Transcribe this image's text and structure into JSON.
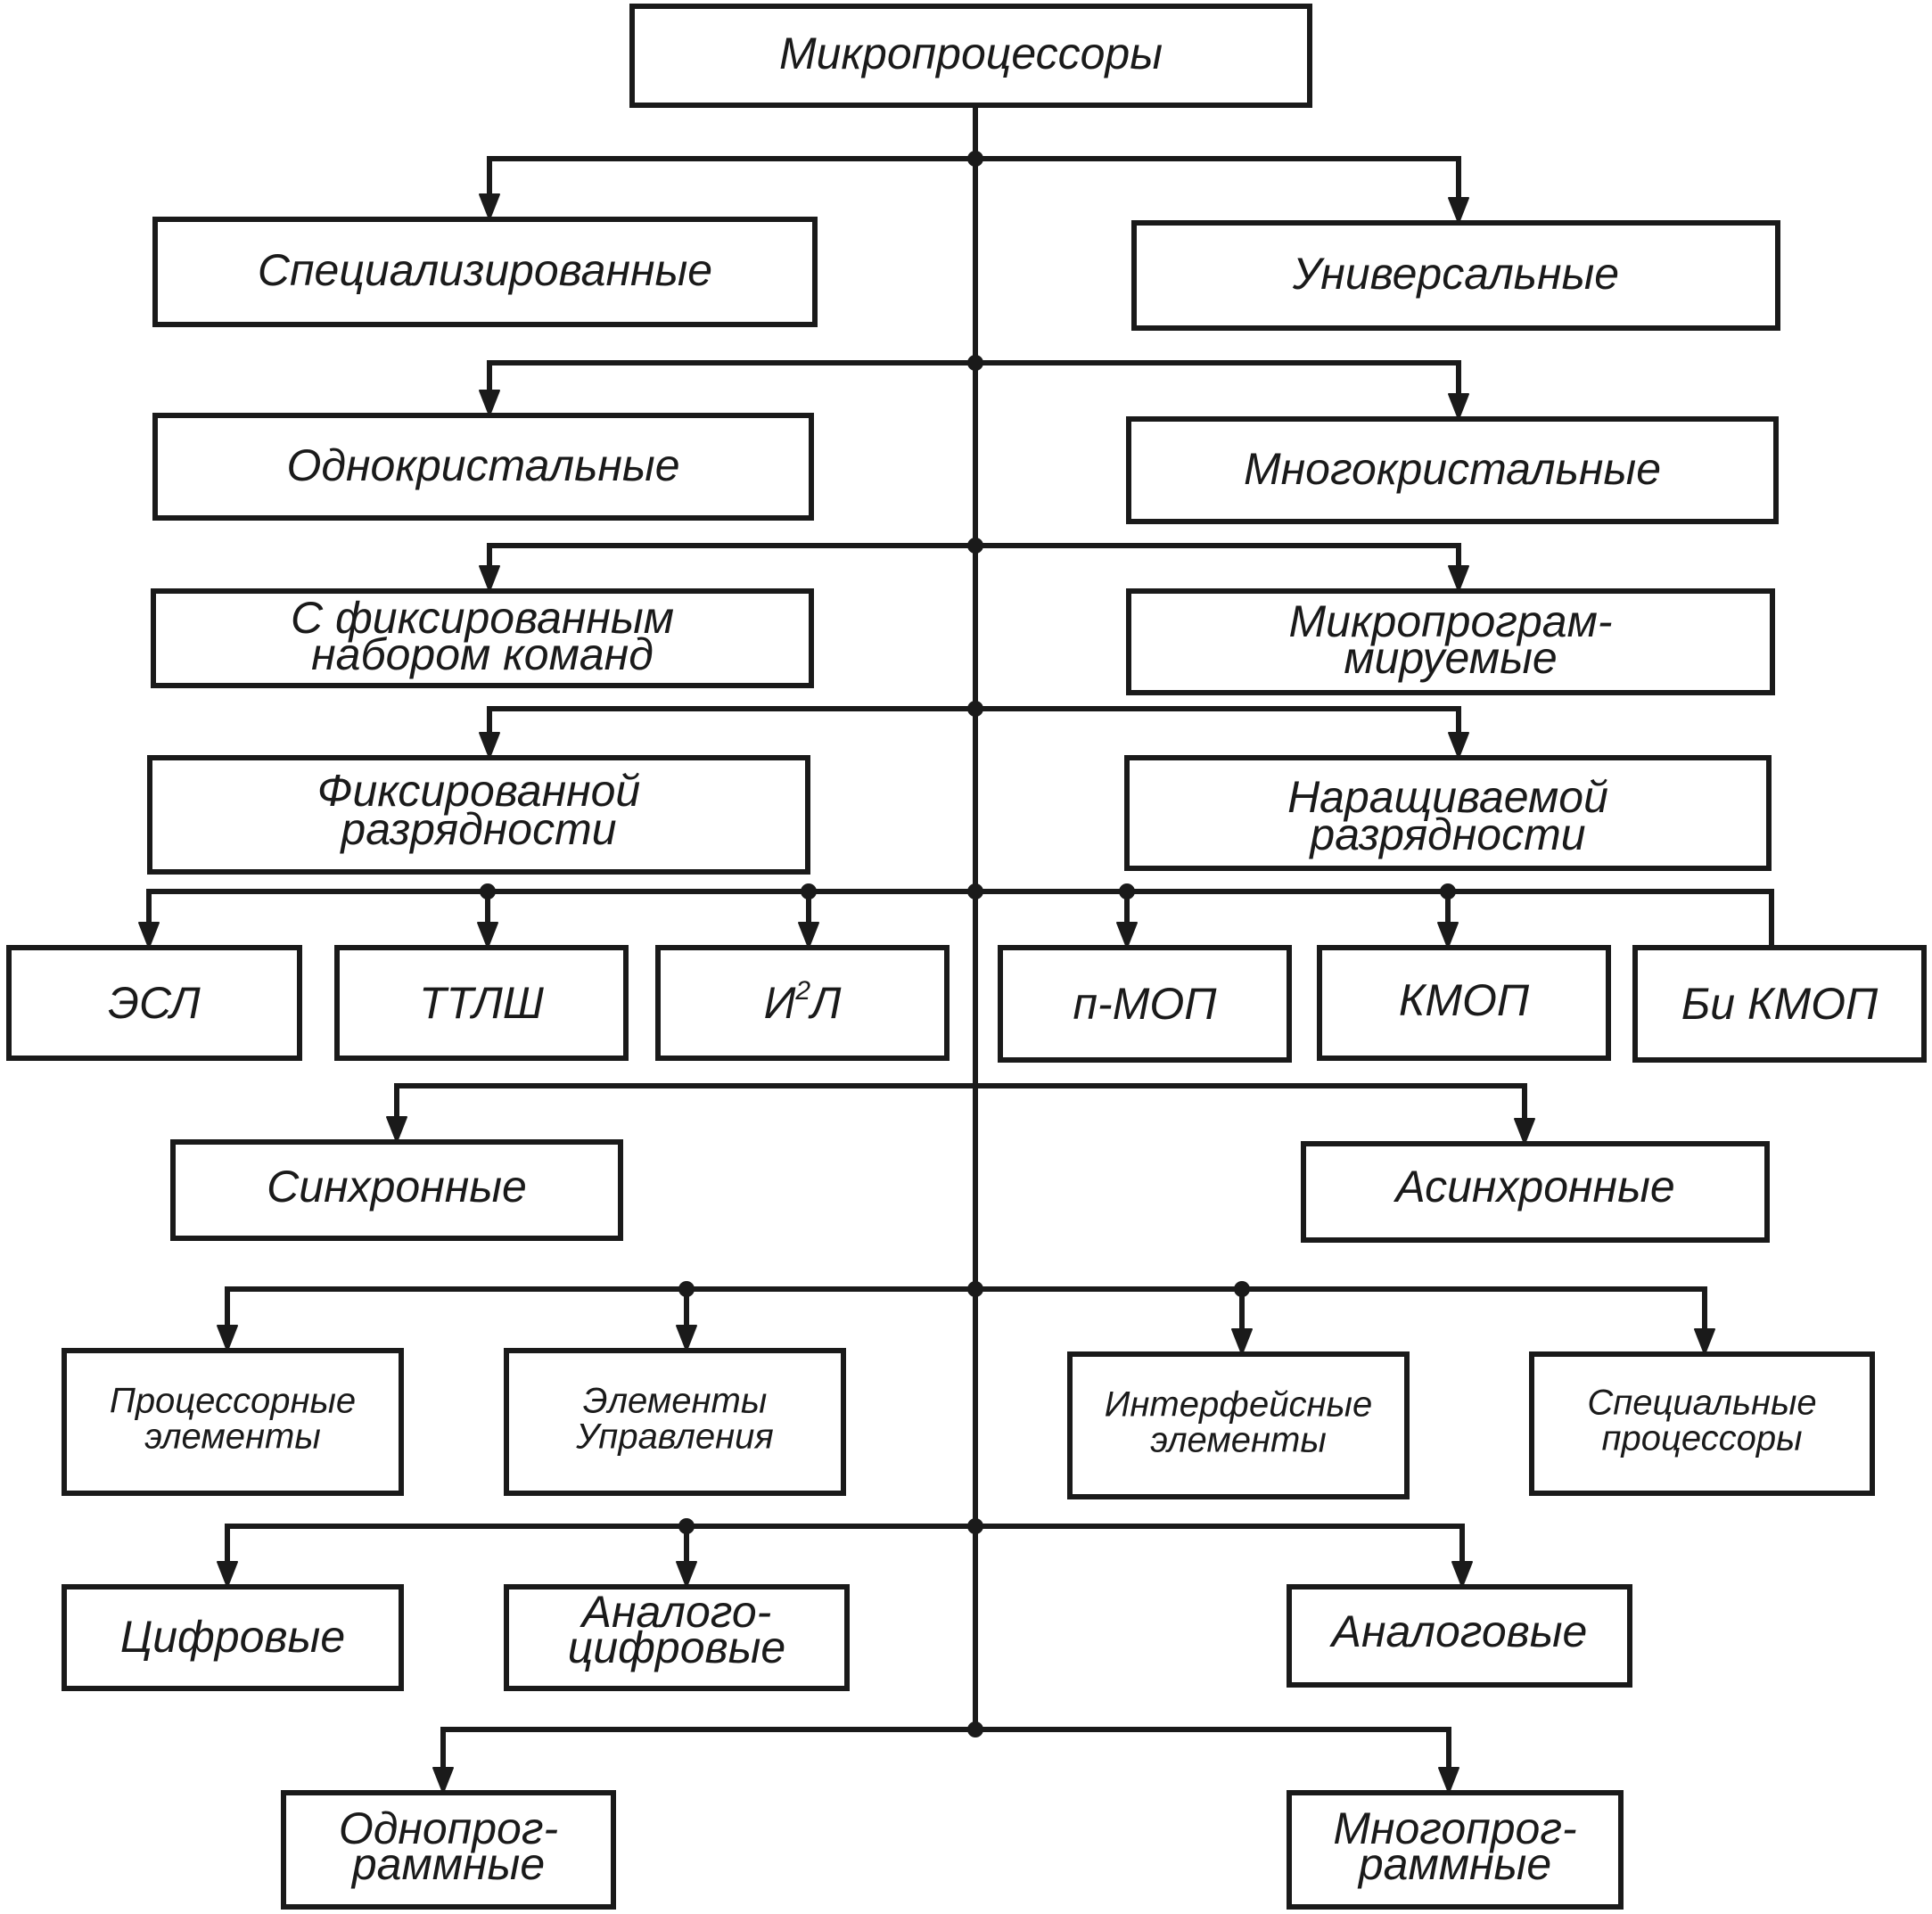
{
  "diagram": {
    "root": "Микропроцессоры",
    "levels": [
      {
        "left": "Специализированные",
        "right": "Универсальные"
      },
      {
        "left": "Однокристальные",
        "right": "Многокристальные"
      },
      {
        "left": [
          "С фиксированным",
          "набором команд"
        ],
        "right": [
          "Микропрограм-",
          "мируемые"
        ]
      },
      {
        "left": [
          "Фиксированной",
          "разрядности"
        ],
        "right": [
          "Наращиваемой",
          "разрядности"
        ]
      }
    ],
    "technologies": {
      "esl": "ЭСЛ",
      "ttlsh": "ТТЛШ",
      "i2l_base": "И",
      "i2l_sup": "2",
      "i2l_end": "Л",
      "nmos": "п-МОП",
      "cmos": "КМОП",
      "bicmos": "Би КМОП"
    },
    "timing": {
      "left": "Синхронные",
      "right": "Асинхронные"
    },
    "elements": [
      [
        "Процессорные",
        "элементы"
      ],
      [
        "Элементы",
        "Управления"
      ],
      [
        "Интерфейсные",
        "элементы"
      ],
      [
        "Специальные",
        "процессоры"
      ]
    ],
    "signal": {
      "digital": "Цифровые",
      "analog_digital": [
        "Аналого-",
        "цифровые"
      ],
      "analog": "Аналоговые"
    },
    "programs": {
      "left": [
        "Однопрог-",
        "раммные"
      ],
      "right": [
        "Многопрог-",
        "раммные"
      ]
    }
  }
}
